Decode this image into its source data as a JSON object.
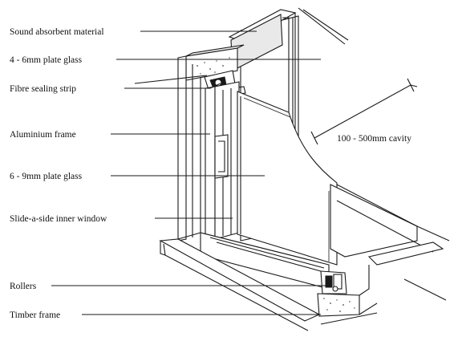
{
  "labels": {
    "sound_absorbent": "Sound absorbent material",
    "plate_glass_thin": "4 - 6mm plate glass",
    "fibre_strip": "Fibre sealing strip",
    "aluminium_frame": "Aluminium frame",
    "plate_glass_thick": "6 - 9mm plate glass",
    "inner_window": "Slide-a-side inner window",
    "cavity": "100 - 500mm cavity",
    "rollers": "Rollers",
    "timber_frame": "Timber frame"
  }
}
